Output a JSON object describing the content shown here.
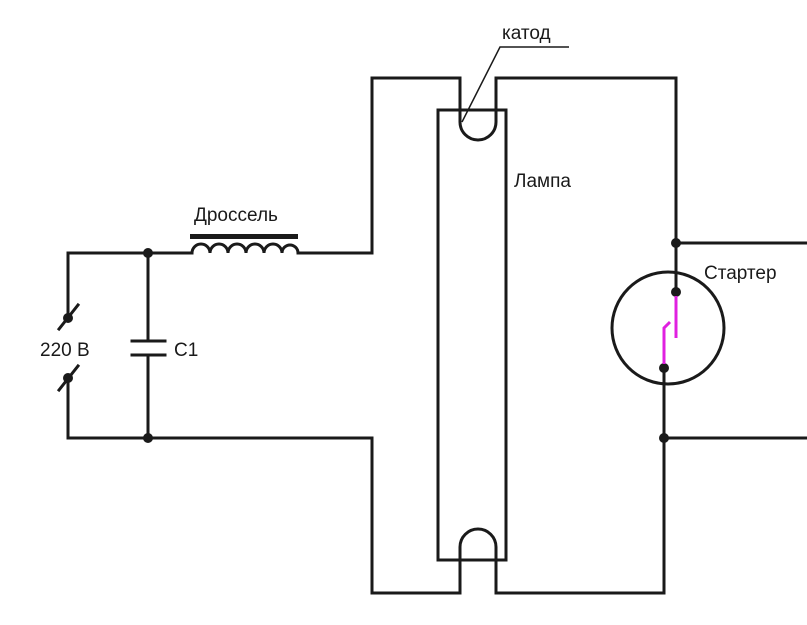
{
  "labels": {
    "cathode": "катод",
    "lamp": "Лампа",
    "choke": "Дроссель",
    "starter": "Стартер",
    "voltage": "220 В",
    "capacitor": "С1"
  },
  "colors": {
    "wire": "#1a1a1a",
    "starter_contact": "#e020e0"
  }
}
